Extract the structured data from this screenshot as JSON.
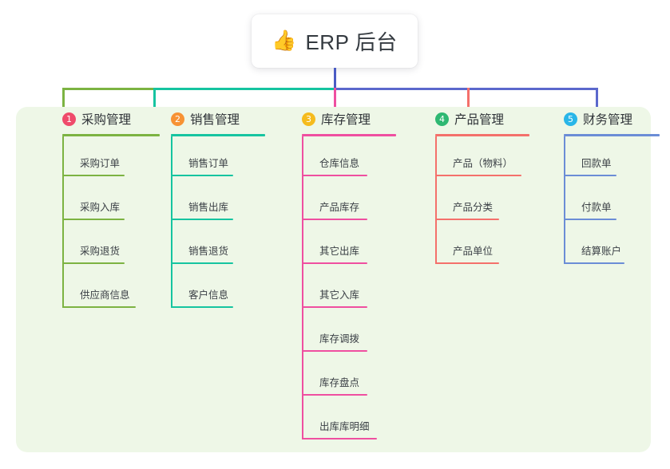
{
  "root": {
    "icon": "thumbs-up-icon",
    "icon_glyph": "👍",
    "title": "ERP 后台"
  },
  "colors": {
    "panel_background": "#eef7e7",
    "page_background": "#ffffff",
    "root_text": "#343a40",
    "center_stem": "#4a5bc4",
    "bus_left_green": "#7cb342",
    "bus_mid_teal": "#16c4a0",
    "bus_right_blue": "#5b68cc"
  },
  "columns": [
    {
      "index": "1",
      "title": "采购管理",
      "badge_color": "#ef4b6b",
      "line_color": "#7cb342",
      "underline_width": 122,
      "items": [
        {
          "label": "采购订单",
          "width": 78
        },
        {
          "label": "采购入库",
          "width": 78
        },
        {
          "label": "采购退货",
          "width": 78
        },
        {
          "label": "供应商信息",
          "width": 92
        }
      ]
    },
    {
      "index": "2",
      "title": "销售管理",
      "badge_color": "#f79234",
      "line_color": "#16c4a0",
      "underline_width": 118,
      "items": [
        {
          "label": "销售订单",
          "width": 78
        },
        {
          "label": "销售出库",
          "width": 78
        },
        {
          "label": "销售退货",
          "width": 78
        },
        {
          "label": "客户信息",
          "width": 78
        }
      ]
    },
    {
      "index": "3",
      "title": "库存管理",
      "badge_color": "#f5bb1d",
      "line_color": "#ef4fa0",
      "underline_width": 118,
      "items": [
        {
          "label": "仓库信息",
          "width": 82
        },
        {
          "label": "产品库存",
          "width": 82
        },
        {
          "label": "其它出库",
          "width": 82
        },
        {
          "label": "其它入库",
          "width": 82
        },
        {
          "label": "库存调拨",
          "width": 82
        },
        {
          "label": "库存盘点",
          "width": 82
        },
        {
          "label": "出库库明细",
          "width": 94
        }
      ]
    },
    {
      "index": "4",
      "title": "产品管理",
      "badge_color": "#2eb872",
      "line_color": "#f4706b",
      "underline_width": 118,
      "items": [
        {
          "label": "产品（物料）",
          "width": 108
        },
        {
          "label": "产品分类",
          "width": 80
        },
        {
          "label": "产品单位",
          "width": 80
        }
      ]
    },
    {
      "index": "5",
      "title": "财务管理",
      "badge_color": "#29b6e8",
      "line_color": "#6b8dd6",
      "underline_width": 120,
      "items": [
        {
          "label": "回款单",
          "width": 66
        },
        {
          "label": "付款单",
          "width": 66
        },
        {
          "label": "结算账户",
          "width": 76
        }
      ]
    }
  ]
}
